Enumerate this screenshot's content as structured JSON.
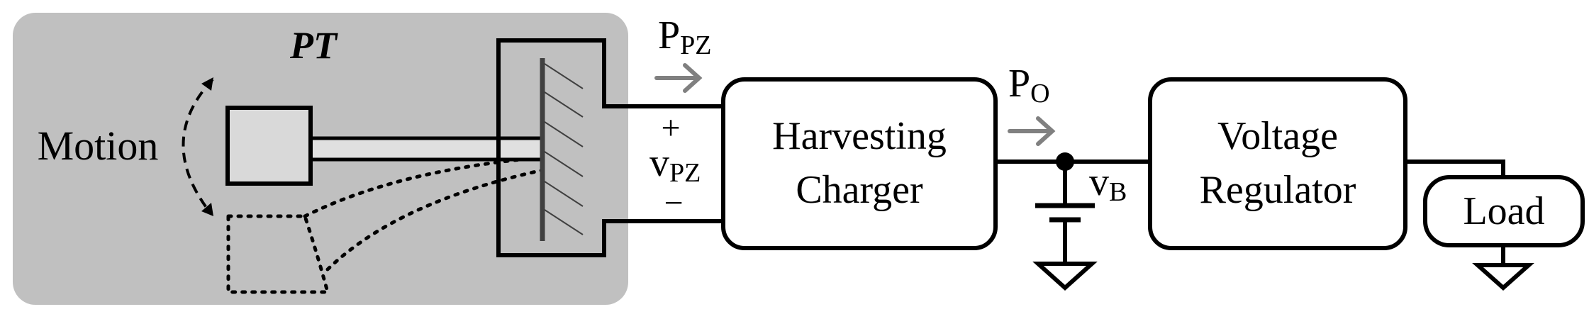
{
  "pt_block": {
    "label": "PT",
    "motion_label": "Motion",
    "background_color": "#c0c0c0",
    "proof_mass_color": "#d9d9d9",
    "beam_color": "#e0e0e0"
  },
  "power_labels": {
    "p_pz_main": "P",
    "p_pz_sub": "PZ",
    "p_o_main": "P",
    "p_o_sub": "O",
    "arrow_color": "#808080"
  },
  "terminal_labels": {
    "plus": "+",
    "v_pz_main": "v",
    "v_pz_sub": "PZ",
    "minus": "−",
    "v_b_main": "v",
    "v_b_sub": "B"
  },
  "blocks": {
    "harvesting_charger": [
      "Harvesting",
      "Charger"
    ],
    "voltage_regulator": [
      "Voltage",
      "Regulator"
    ],
    "load": "Load"
  }
}
